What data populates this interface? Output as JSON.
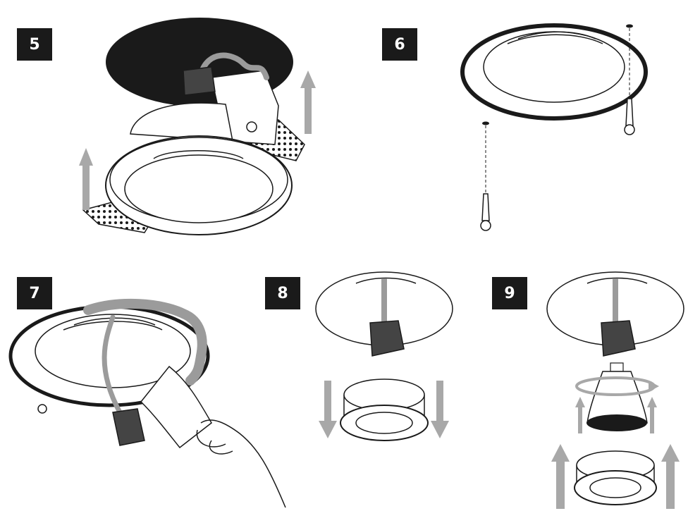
{
  "steps": [
    {
      "number": "5"
    },
    {
      "number": "6"
    },
    {
      "number": "7"
    },
    {
      "number": "8"
    },
    {
      "number": "9"
    }
  ],
  "colors": {
    "arrow": "#a8a8a8",
    "cable": "#9b9b9b",
    "line": "#1a1a1a",
    "ceiling": "#1a1a1a"
  },
  "icons": [
    "upward-arrow-icon",
    "downward-arrow-icon",
    "screw-icon",
    "hand-icon",
    "rotation-arrow-icon",
    "gu10-lamp-icon",
    "lamp-holder-icon"
  ]
}
